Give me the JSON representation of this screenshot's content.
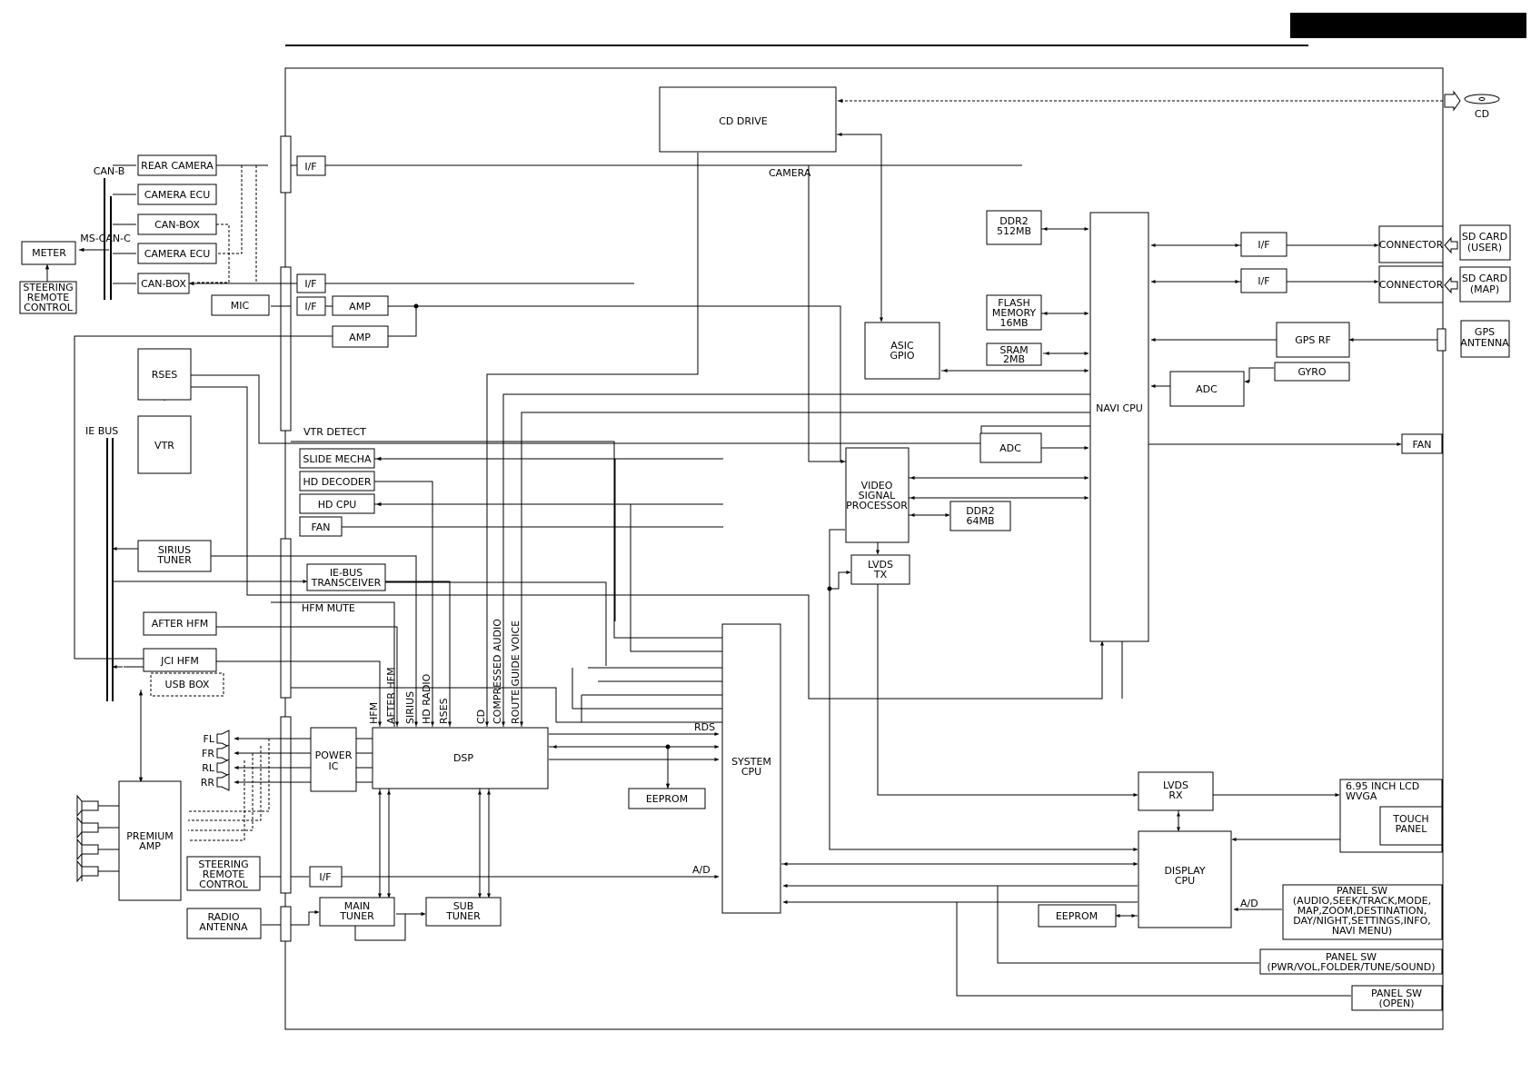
{
  "labels": {
    "cd_drive": "CD DRIVE",
    "cd": "CD",
    "rear_camera": "REAR CAMERA",
    "camera_ecu_1": "CAMERA ECU",
    "can_box_1": "CAN-BOX",
    "camera_ecu_2": "CAMERA ECU",
    "can_box_2": "CAN-BOX",
    "can_b": "CAN-B",
    "ms_can_c": "MS-CAN-C",
    "meter": "METER",
    "steering_remote_control": [
      "STEERING",
      "REMOTE",
      "CONTROL"
    ],
    "if": "I/F",
    "mic": "MIC",
    "amp": "AMP",
    "rses": "RSES",
    "vtr": "VTR",
    "ie_bus": "IE BUS",
    "camera": "CAMERA",
    "vtr_detect": "VTR DETECT",
    "hfm_mute": "HFM MUTE",
    "slide_mecha": "SLIDE MECHA",
    "hd_decoder": "HD DECODER",
    "hd_cpu": "HD CPU",
    "fan": "FAN",
    "sirius_tuner": [
      "SIRIUS",
      "TUNER"
    ],
    "ie_bus_transceiver": [
      "IE-BUS",
      "TRANSCEIVER"
    ],
    "after_hfm": "AFTER HFM",
    "jci_hfm": "JCI HFM",
    "usb_box": "USB BOX",
    "fl": "FL",
    "fr": "FR",
    "rl": "RL",
    "rr": "RR",
    "power_ic": [
      "POWER",
      "IC"
    ],
    "premium_amp": [
      "PREMIUM",
      "AMP"
    ],
    "dsp": "DSP",
    "dsp_inputs": [
      "HFM",
      "AFTER HFM",
      "SIRIUS",
      "HD RADIO",
      "RSES",
      "CD",
      "COMPRESSED AUDIO",
      "ROUTE GUIDE VOICE"
    ],
    "rds": "RDS",
    "eeprom": "EEPROM",
    "system_cpu": [
      "SYSTEM",
      "CPU"
    ],
    "a_d": "A/D",
    "radio_antenna": [
      "RADIO",
      "ANTENNA"
    ],
    "main_tuner": [
      "MAIN",
      "TUNER"
    ],
    "sub_tuner": [
      "SUB",
      "TUNER"
    ],
    "asic_gpio": [
      "ASIC",
      "GPIO"
    ],
    "ddr2_512": [
      "DDR2",
      "512MB"
    ],
    "flash_memory": [
      "FLASH",
      "MEMORY",
      "16MB"
    ],
    "sram": [
      "SRAM",
      "2MB"
    ],
    "navi_cpu": "NAVI CPU",
    "adc": "ADC",
    "video_signal_processor": [
      "VIDEO",
      "SIGNAL",
      "PROCESSOR"
    ],
    "ddr2_64": [
      "DDR2",
      "64MB"
    ],
    "lvds_tx": [
      "LVDS",
      "TX"
    ],
    "lvds_rx": [
      "LVDS",
      "RX"
    ],
    "connector": "CONNECTOR",
    "sd_card_user": [
      "SD CARD",
      "(USER)"
    ],
    "sd_card_map": [
      "SD CARD",
      "(MAP)"
    ],
    "gps_rf": "GPS RF",
    "gps_antenna": [
      "GPS",
      "ANTENNA"
    ],
    "gyro": "GYRO",
    "lcd": [
      "6.95 INCH LCD",
      "WVGA"
    ],
    "touch_panel": [
      "TOUCH",
      "PANEL"
    ],
    "display_cpu": [
      "DISPLAY",
      "CPU"
    ],
    "panel_sw_1": [
      "PANEL SW",
      "(AUDIO,SEEK/TRACK,MODE,",
      "MAP,ZOOM,DESTINATION,",
      "DAY/NIGHT,SETTINGS,INFO,",
      "NAVI MENU)"
    ],
    "panel_sw_2": [
      "PANEL SW",
      "(PWR/VOL,FOLDER/TUNE/SOUND)"
    ],
    "panel_sw_3": [
      "PANEL SW",
      "(OPEN)"
    ]
  }
}
